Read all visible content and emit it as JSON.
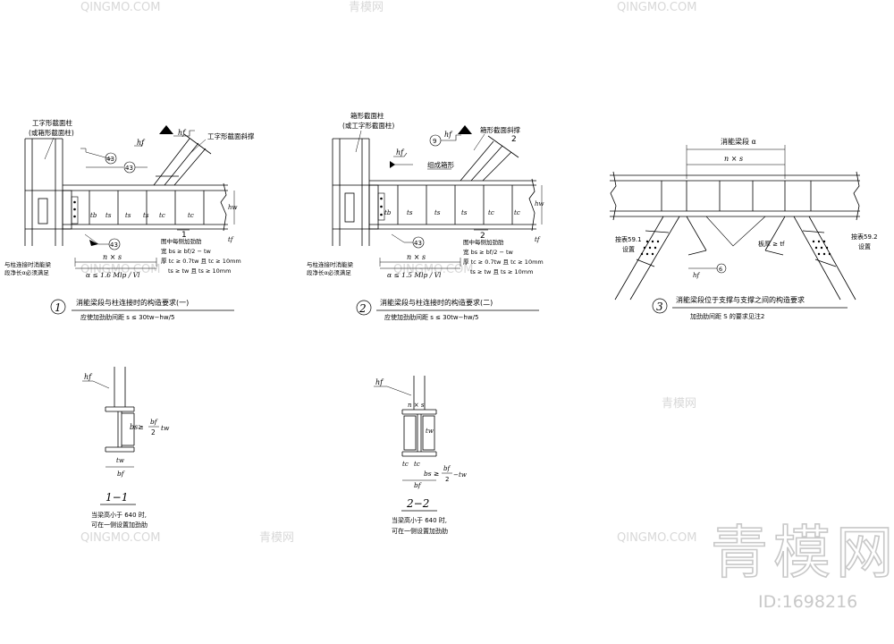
{
  "detail1": {
    "label_column": "工字形截面柱",
    "label_column_alt": "(或箱形截面柱)",
    "label_brace": "工字形截面斜撑",
    "weld_size_hf_top": "hf",
    "weld_size_hf_right": "hf",
    "weld_symbol_43a": "43",
    "weld_symbol_43b": "43",
    "weld_symbol_43c": "43",
    "t_b": "tb",
    "t_s1": "ts",
    "t_s2": "ts",
    "t_s3": "ts",
    "t_c1": "tc",
    "t_c2": "tc",
    "h_w": "hw",
    "t_f": "tf",
    "section_mark": "1",
    "n_x_s": "n × s",
    "alpha_limit": "α ≤ 1.6 Mlp / Vl",
    "left_note_1": "与柱连接时消能梁",
    "left_note_2": "段净长α必须满足",
    "right_note_1": "图中每侧加劲肋",
    "right_note_2": "宽 bs ≥ bf/2 − tw",
    "right_note_3": "厚 tc ≥ 0.7tw 且 tc ≥ 10mm",
    "right_note_4": "ts ≥ tw 且 ts ≥ 10mm",
    "number": "1",
    "title": "消能梁段与柱连接时的构造要求(一)",
    "subtitle": "应使加劲肋间距 s ≤ 30tw−hw/5"
  },
  "detail2": {
    "label_column": "箱形截面柱",
    "label_column_alt": "(或工字形截面柱)",
    "label_brace": "箱形截面斜撑",
    "label_flange": "组成箱形",
    "weld_size_hf_top": "hf",
    "weld_size_hf_mid": "hf",
    "weld_symbol_9": "9",
    "weld_symbol_43": "43",
    "t_b": "tb",
    "t_s1": "ts",
    "t_s2": "ts",
    "t_s3": "ts",
    "t_c1": "tc",
    "t_c2": "tc",
    "h_w": "hw",
    "t_f": "tf",
    "section_mark_top": "2",
    "section_mark_bottom": "2",
    "n_x_s": "n × s",
    "alpha_limit": "α ≤ 1.5 Mlp / Vl",
    "left_note_1": "与柱连接时消能梁",
    "left_note_2": "段净长α必须满足",
    "right_note_1": "图中每侧加劲肋",
    "right_note_2": "宽 bs ≥ bf/2 − tw",
    "right_note_3": "厚 tc ≥ 0.7tw 且 tc ≥ 10mm",
    "right_note_4": "ts ≥ tw 且 ts ≥ 10mm",
    "number": "2",
    "title": "消能梁段与柱连接时的构造要求(二)",
    "subtitle": "应使加劲肋间距 s ≤ 30tw−hw/5"
  },
  "detail3": {
    "label_link": "消能梁段 α",
    "n_x_s": "n × s",
    "left_note_1": "按表59.1",
    "left_note_2": "设置",
    "right_note_1": "按表59.2",
    "right_note_2": "设置",
    "plate_note": "板厚 ≥ tf",
    "weld_symbol_6": "6",
    "h_f": "hf",
    "number": "3",
    "title": "消能梁段位于支撑与支撑之间的构造要求",
    "subtitle": "加劲肋间距 S 的要求见注2"
  },
  "section1": {
    "h_f": "hf",
    "b_s": "bs",
    "b_s_formula": "bf/2 − tw",
    "b_s_num": "bf",
    "b_s_den": "2",
    "t_w": "tw",
    "t_w_bottom": "tw",
    "b_f": "bf",
    "title": "1−1",
    "note_1": "当梁高小于 640 时,",
    "note_2": "可在一侧设置加劲肋"
  },
  "section2": {
    "h_f": "hf",
    "n_x_s": "n × s",
    "t_w": "tw",
    "t_c": "tc",
    "t_c2": "tc",
    "b_s": "bs",
    "b_s_num": "bf",
    "b_s_den": "2",
    "b_s_tail": "tw",
    "b_f": "bf",
    "title": "2−2",
    "note_1": "当梁高小于 640 时,",
    "note_2": "可在一侧设置加劲肋"
  },
  "watermark": {
    "brand": "青模网",
    "id_text": "ID:1698216",
    "tile_text": "QINGMO.COM",
    "tile_text_cn": "青模网"
  }
}
